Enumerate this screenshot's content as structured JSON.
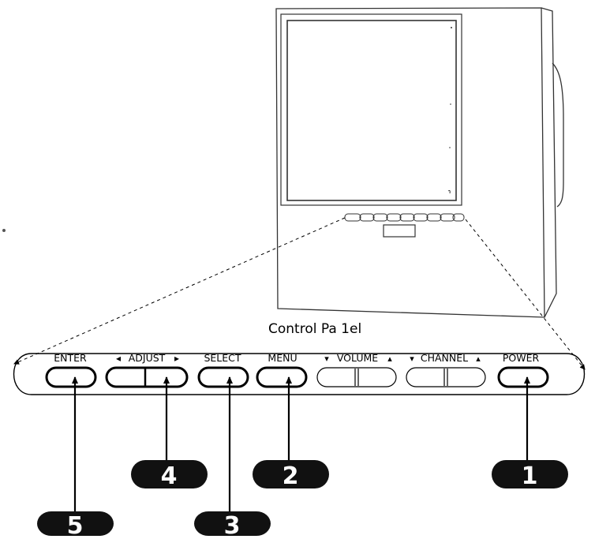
{
  "caption": "Control Pa 1el",
  "button_labels": {
    "enter": "ENTER",
    "adjust": "ADJUST",
    "select": "SELECT",
    "menu": "MENU",
    "volume": "VOLUME",
    "channel": "CHANNEL",
    "power": "POWER"
  },
  "callouts": {
    "power": "1",
    "menu": "2",
    "select": "3",
    "adjust": "4",
    "enter": "5"
  },
  "colors": {
    "ink": "#000000",
    "paper": "#ffffff",
    "tv_line": "#333333",
    "callout_fill": "#111111",
    "callout_text": "#ffffff"
  },
  "icons": {
    "arrow_left": "◂",
    "arrow_right": "▸",
    "arrow_down": "▾",
    "arrow_up": "▴"
  }
}
